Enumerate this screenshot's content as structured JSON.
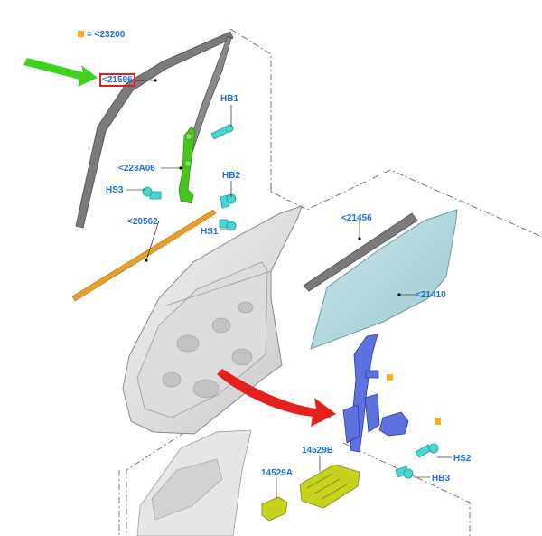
{
  "legend": {
    "text": "= <23200",
    "marker_color": "#f6b21a"
  },
  "labels": {
    "l21596": "<21596",
    "hb1": "HB1",
    "l223a06": "<223A06",
    "hs3": "HS3",
    "hb2": "HB2",
    "l20562": "<20562",
    "hs1": "HS1",
    "l21456": "<21456",
    "l21410": "<21410",
    "l14529b": "14529B",
    "hs2": "HS2",
    "hb3": "HB3",
    "l14529a": "14529A"
  },
  "colors": {
    "label_blue": "#1e6fd9",
    "highlight_red": "#e0201b",
    "pointer_green": "#3fd11e",
    "pointer_red": "#e4211c",
    "bracket_green": "#49c41e",
    "fastener_cyan": "#48d6d0",
    "glass_teal": "#b5dbe0",
    "regulator_blue": "#5d72de",
    "switch_yellow": "#c6d21c",
    "strip_orange": "#e5a12a",
    "marker_orange": "#f6b21a"
  }
}
